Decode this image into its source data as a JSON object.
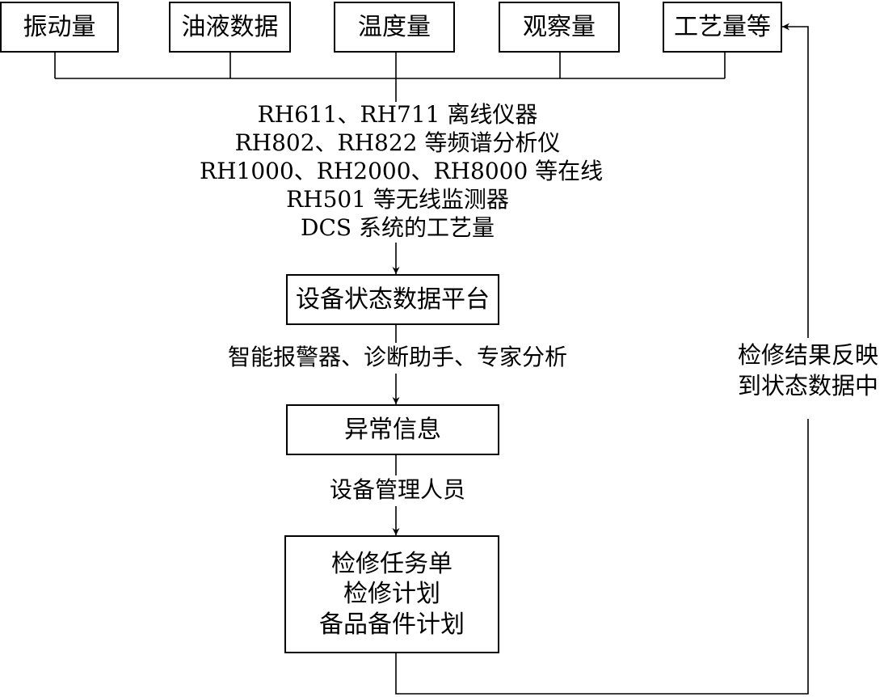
{
  "sources": [
    "振动量",
    "油液数据",
    "温度量",
    "观察量",
    "工艺量等"
  ],
  "collection_lines": [
    "RH611、RH711 离线仪器",
    "RH802、RH822 等频谱分析仪",
    "RH1000、RH2000、RH8000 等在线",
    "RH501 等无线监测器",
    "DCS 系统的工艺量"
  ],
  "platform": "设备状态数据平台",
  "analysis_label": "智能报警器、诊断助手、专家分析",
  "anomaly": "异常信息",
  "manager_label": "设备管理人员",
  "outputs": [
    "检修任务单",
    "检修计划",
    "备品备件计划"
  ],
  "feedback_lines": [
    "检修结果反映",
    "到状态数据中"
  ]
}
